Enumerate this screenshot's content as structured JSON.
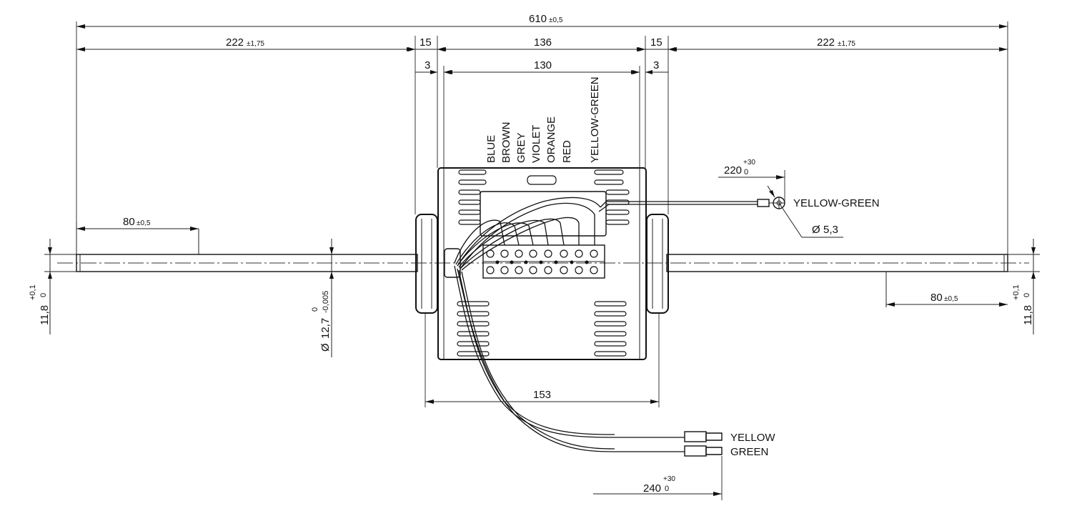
{
  "dimensions": {
    "overall": {
      "value": "610",
      "tol": "±0,5"
    },
    "shaft_left": {
      "value": "222",
      "tol": "±1,75"
    },
    "shaft_right": {
      "value": "222",
      "tol": "±1,75"
    },
    "flange_left": "15",
    "flange_right": "15",
    "body": "136",
    "inner": "130",
    "gap_left": "3",
    "gap_right": "3",
    "flat_left": {
      "value": "80",
      "tol": "±0,5"
    },
    "flat_right": {
      "value": "80",
      "tol": "±0,5"
    },
    "mount": "153",
    "flat_height_left": {
      "value": "11,8",
      "tol_upper": "+0,1",
      "tol_lower": "0"
    },
    "flat_height_right": {
      "value": "11,8",
      "tol_upper": "+0,1",
      "tol_lower": "0"
    },
    "shaft_diameter": {
      "symbol": "Ø",
      "value": "12,7",
      "tol_upper": "0",
      "tol_lower": "-0,005"
    },
    "ring_diameter": {
      "symbol": "Ø",
      "value": "5,3"
    },
    "ground_wire_length": {
      "value": "220",
      "tol_upper": "+30",
      "tol_lower": "0"
    },
    "lead_length": {
      "value": "240",
      "tol_upper": "+30",
      "tol_lower": "0"
    }
  },
  "wire_labels": [
    "BLUE",
    "BROWN",
    "GREY",
    "VIOLET",
    "ORANGE",
    "RED",
    "YELLOW-GREEN"
  ],
  "ground_label": "YELLOW-GREEN",
  "lead_labels": {
    "top": "YELLOW",
    "bottom": "GREEN"
  }
}
